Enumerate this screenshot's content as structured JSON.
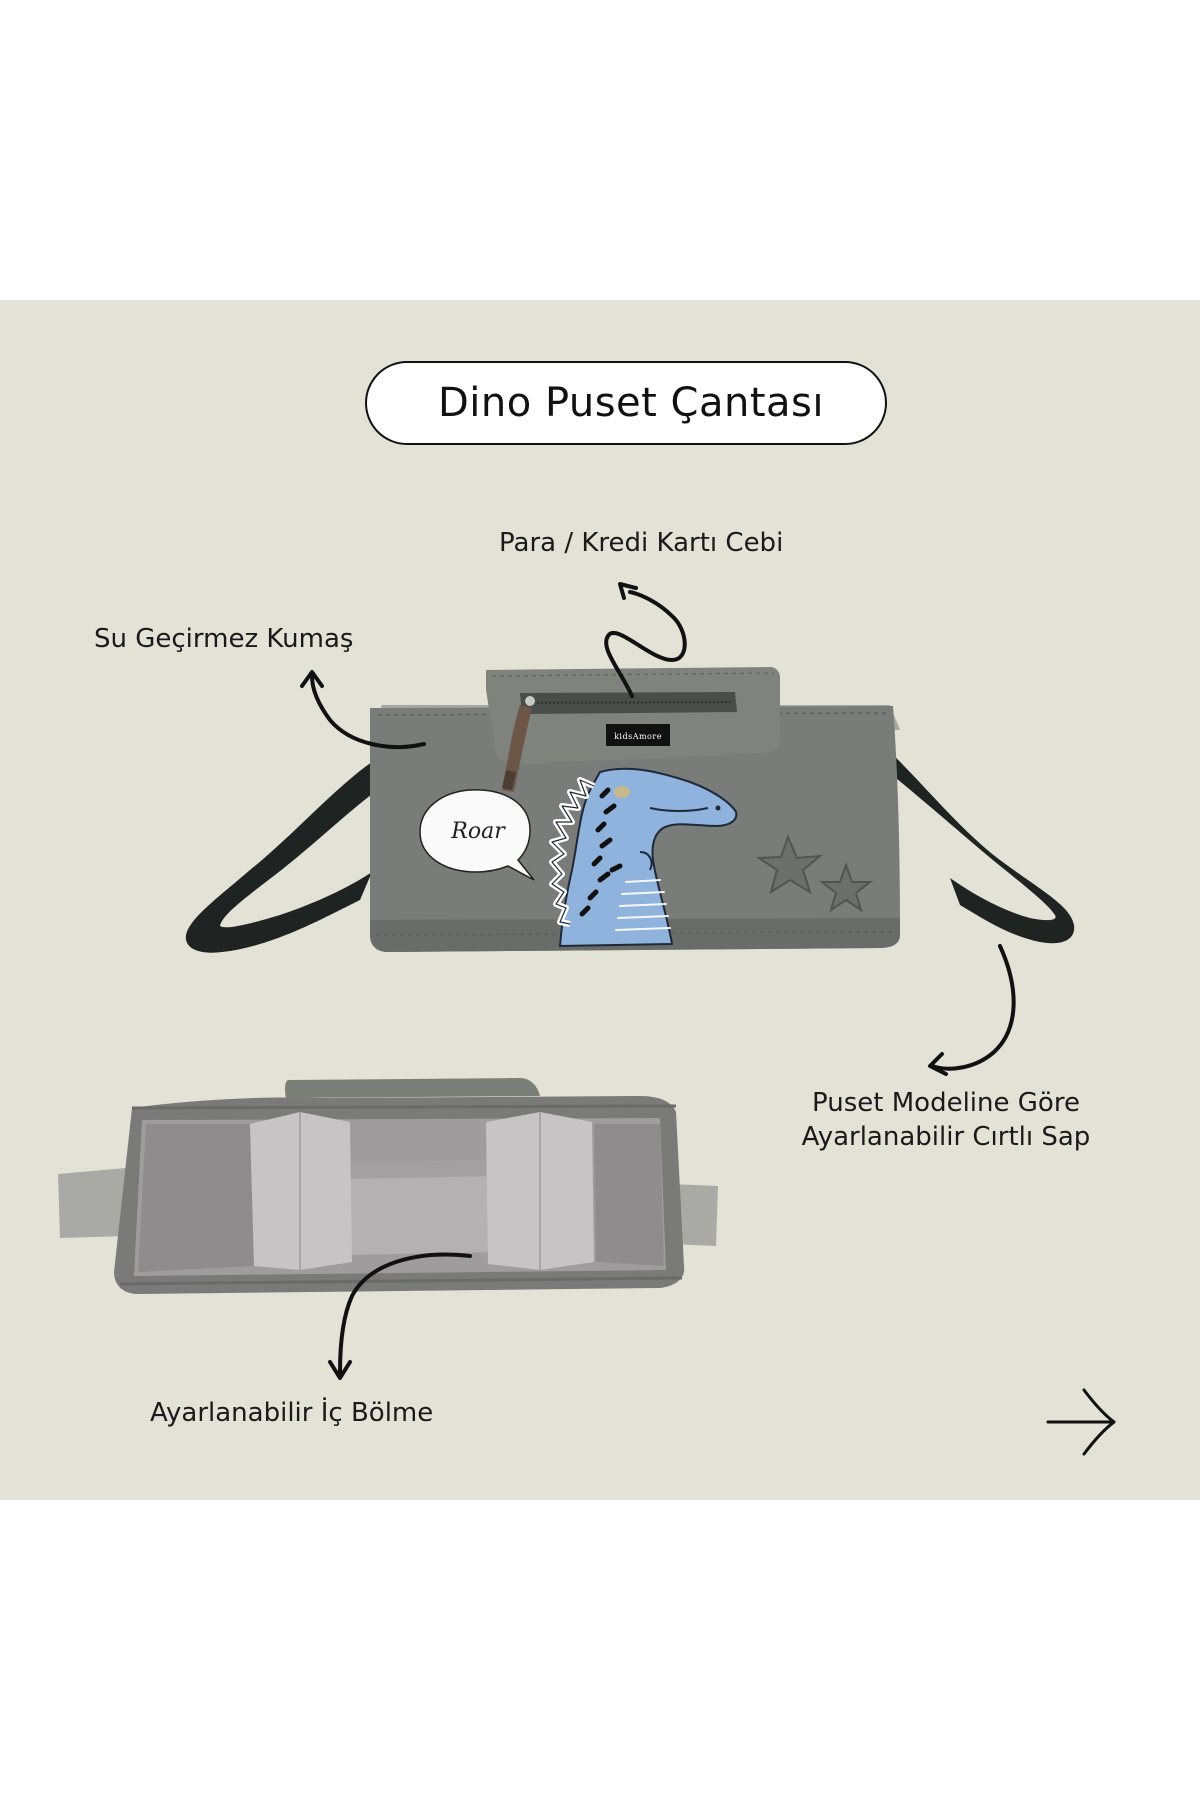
{
  "title": "Dino Puset Çantası",
  "labels": {
    "pocket": "Para / Kredi Kartı Cebi",
    "fabric": "Su Geçirmez Kumaş",
    "strap_line1": "Puset Modeline Göre",
    "strap_line2": "Ayarlanabilir Cırtlı Sap",
    "divider": "Ayarlanabilir İç Bölme"
  },
  "bag": {
    "speech_bubble": "Roar",
    "brand_tag": "kidsAmore"
  },
  "navigation": {
    "next_icon": "arrow-right-icon"
  },
  "colors": {
    "panel_background": "#e2e2d6",
    "bag_gray": "#7a7c79",
    "dino_blue": "#8fb3dc",
    "strap_dark": "#1f2422"
  }
}
